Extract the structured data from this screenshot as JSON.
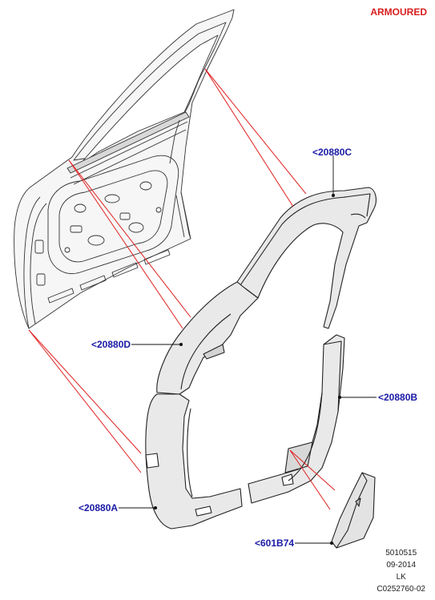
{
  "edition_label": "ARMOURED",
  "callouts": {
    "c20880C": "<20880C",
    "c20880D": "<20880D",
    "c20880B": "<20880B",
    "c20880A": "<20880A",
    "c601B74": "<601B74"
  },
  "footer": {
    "illustration_id": "5010515",
    "date": "09-2014",
    "author": "LK",
    "reference": "C0252760-02"
  },
  "colors": {
    "callout_text": "#1a1aa6",
    "edition_text": "#d81e1e",
    "leader_red": "#e02020",
    "outline": "#222222",
    "part_fill": "#e9e9e9"
  }
}
